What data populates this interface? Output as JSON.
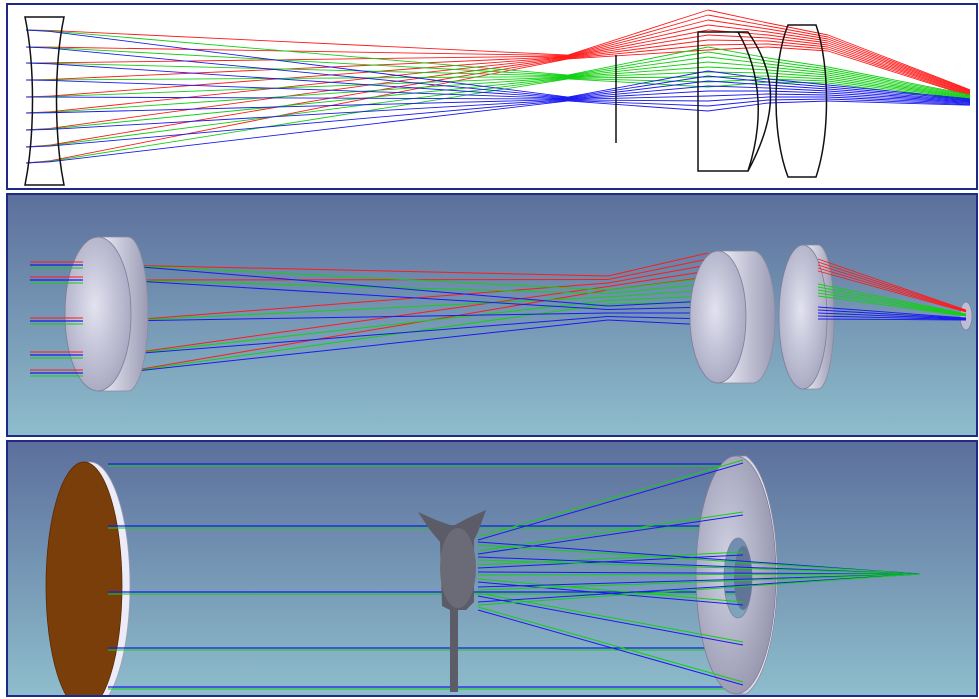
{
  "figure": {
    "panels": [
      {
        "id": "2d-layout",
        "style": "wireframe"
      },
      {
        "id": "3d-shaded-refractive",
        "style": "shaded"
      },
      {
        "id": "3d-shaded-reflective",
        "style": "shaded"
      }
    ],
    "colors": {
      "ray_red": "#ff1a1a",
      "ray_green": "#12d012",
      "ray_blue": "#1a1af0",
      "panel_border": "#1e2a86",
      "bg_top": "#5c6f9c",
      "bg_bottom": "#8ebdcc",
      "lens_fill": "#d8d8ec",
      "mirror_fill": "#7a3e0a",
      "wireframe": "#111111"
    }
  }
}
